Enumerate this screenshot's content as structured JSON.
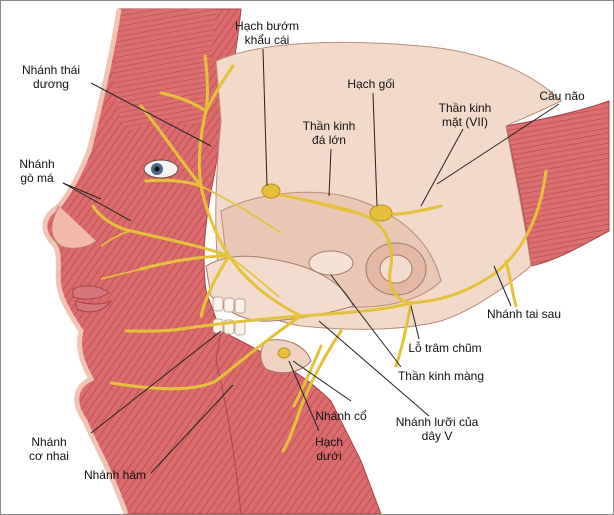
{
  "labels": {
    "hach_buom_khau_cai": [
      "Hạch bướm",
      "khẩu cái"
    ],
    "nhanh_thai_duong": [
      "Nhánh thái",
      "dương"
    ],
    "hach_goi": [
      "Hạch gối"
    ],
    "cau_nao": [
      "Cầu não"
    ],
    "than_kinh_mat": [
      "Thần kinh",
      "mặt (VII)"
    ],
    "than_kinh_da_lon": [
      "Thần kinh",
      "đá lớn"
    ],
    "nhanh_go_ma": [
      "Nhánh",
      "gò má"
    ],
    "nhanh_tai_sau": [
      "Nhánh tai sau"
    ],
    "lo_tram_chum": [
      "Lỗ trâm chũm"
    ],
    "than_kinh_mang": [
      "Thần kinh màng"
    ],
    "nhanh_co": [
      "Nhánh cổ"
    ],
    "nhanh_luoi_cua_day_v": [
      "Nhánh lưỡi của",
      "dây V"
    ],
    "hach_duoi": [
      "Hạch",
      "dưới"
    ],
    "nhanh_co_nhai": [
      "Nhánh",
      "cơ nhai"
    ],
    "nhanh_ham": [
      "Nhánh hàm"
    ]
  },
  "colors": {
    "muscle": "#d9686a",
    "muscle_dark": "#b9474b",
    "skin": "#f2c5b6",
    "bone": "#f0d8c8",
    "nerve": "#e6c23a",
    "leader": "#222222"
  }
}
